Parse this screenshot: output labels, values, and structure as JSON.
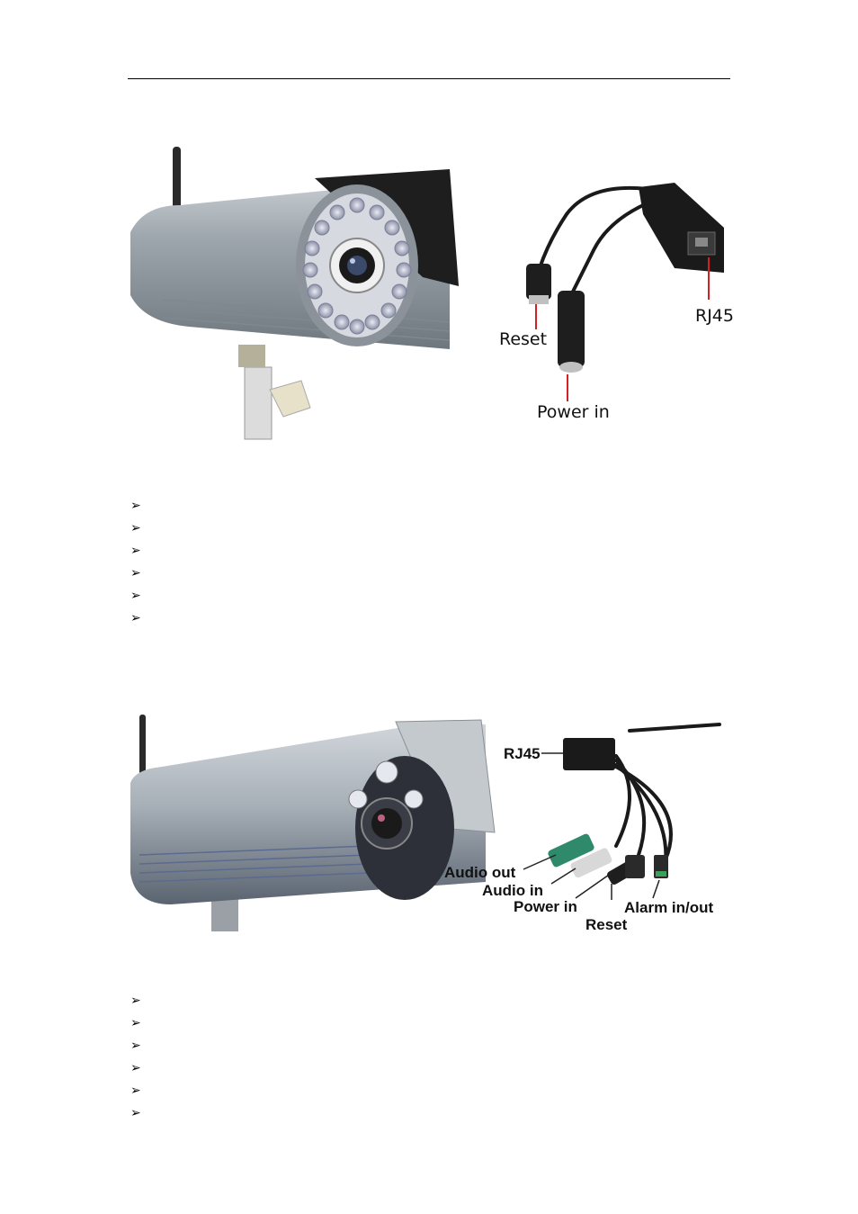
{
  "figure1": {
    "labels": {
      "reset": "Reset",
      "power_in": "Power in",
      "rj45": "RJ45"
    }
  },
  "figure2": {
    "labels": {
      "rj45": "RJ45",
      "audio_out": "Audio out",
      "audio_in": "Audio in",
      "power_in": "Power in",
      "reset": "Reset",
      "alarm": "Alarm in/out"
    }
  },
  "bullet_glyph": "➢",
  "list1": [
    "",
    "",
    "",
    "",
    "",
    ""
  ],
  "list2": [
    "",
    "",
    "",
    "",
    "",
    ""
  ],
  "colors": {
    "leader_red": "#d42020",
    "camera_body": "#9ea6ad",
    "cable": "#1a1a1a"
  }
}
